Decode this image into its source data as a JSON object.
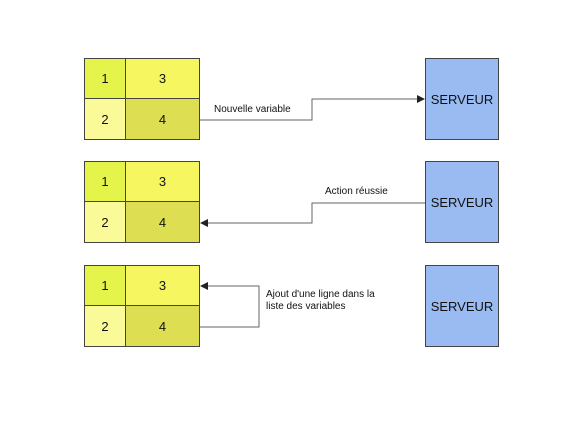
{
  "colors": {
    "cell_1": "#e5f44a",
    "cell_2": "#fafa98",
    "cell_3": "#f6f661",
    "cell_4": "#dede52",
    "server": "#99bbf2"
  },
  "rows": [
    {
      "cells": [
        "1",
        "3",
        "2",
        "4"
      ],
      "server_label": "SERVEUR",
      "arrow_label": "Nouvelle variable"
    },
    {
      "cells": [
        "1",
        "3",
        "2",
        "4"
      ],
      "server_label": "SERVEUR",
      "arrow_label": "Action réussie"
    },
    {
      "cells": [
        "1",
        "3",
        "2",
        "4"
      ],
      "server_label": "SERVEUR",
      "arrow_label_line1": "Ajout d'une ligne dans la",
      "arrow_label_line2": "liste des variables"
    }
  ]
}
